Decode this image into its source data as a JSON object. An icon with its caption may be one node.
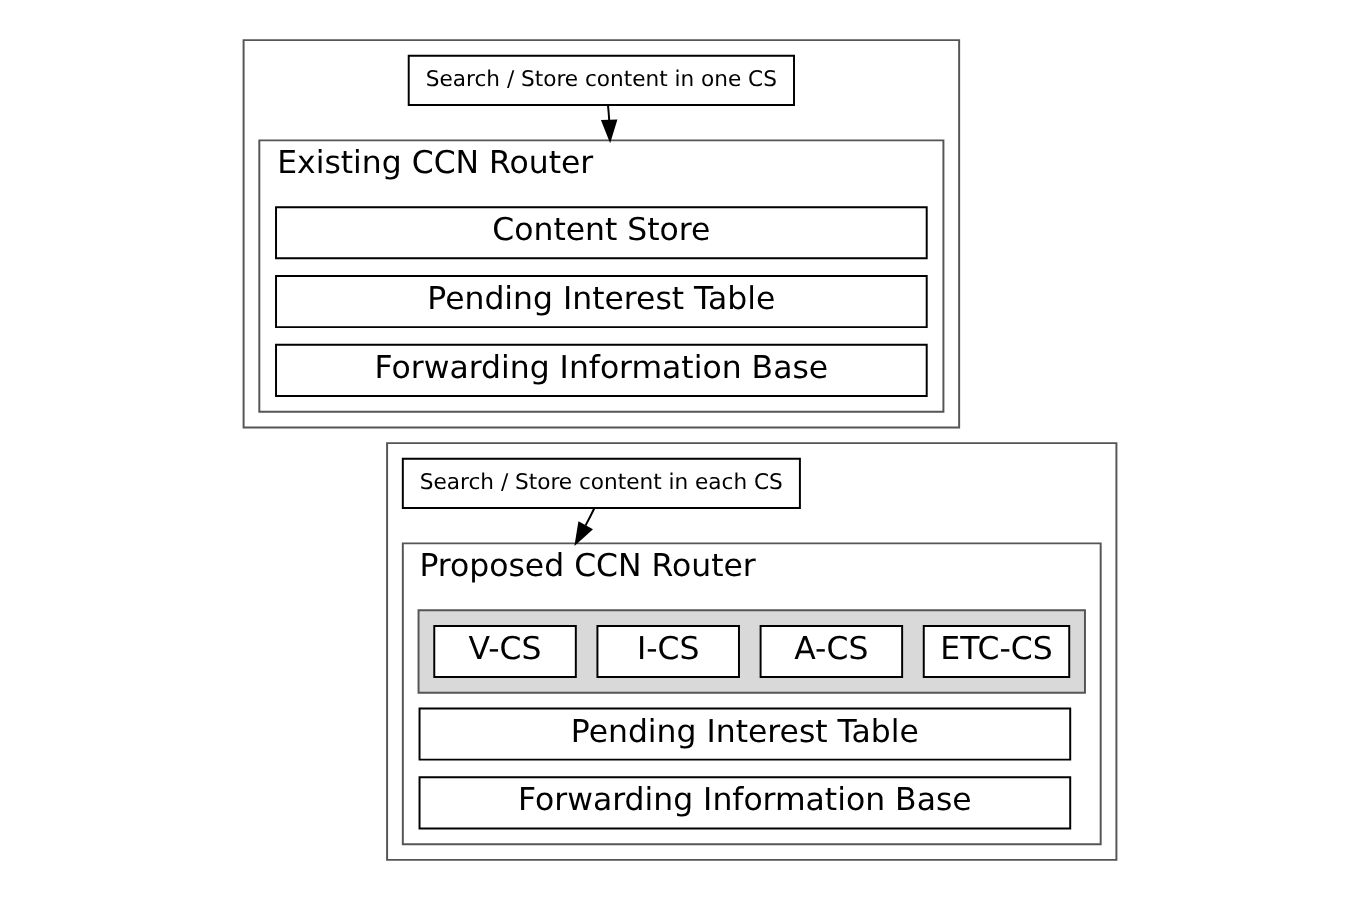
{
  "diagram": {
    "nodes": [
      {
        "text": [],
        "shape": "box"
      },
      {
        "text": [
          "Existing CCN Router"
        ],
        "in": 0
      },
      {
        "text": [
          "Content Store"
        ],
        "in": 1
      },
      {
        "text": [
          "Pending Interest Table"
        ],
        "in": 1
      },
      {
        "text": [
          "Forwarding Information Base"
        ],
        "in": 1
      },
      {
        "text": [
          "Search / Store content in one CS"
        ],
        "in": 0
      },
      {
        "text": [],
        "shape": "box"
      },
      {
        "text": [
          "Proposed CCN Router"
        ],
        "in": 6
      },
      {
        "text": [],
        "shape": "box",
        "in": 7
      },
      {
        "text": [
          "V-CS"
        ],
        "in": 8
      },
      {
        "text": [
          "I-CS"
        ],
        "in": 8
      },
      {
        "text": [
          "A-CS"
        ],
        "in": 8
      },
      {
        "text": [
          "ETC-CS"
        ],
        "in": 8
      },
      {
        "text": [
          "Pending Interest Table"
        ],
        "in": 7
      },
      {
        "text": [
          "Forwarding Information Base"
        ],
        "in": 7
      },
      {
        "text": [
          "Search / Store content in each CS"
        ],
        "in": 6
      }
    ],
    "edges": [
      {
        "from": 5,
        "to": 1,
        "arrow": "to"
      },
      {
        "from": 15,
        "to": 7,
        "arrow": "to"
      }
    ]
  }
}
